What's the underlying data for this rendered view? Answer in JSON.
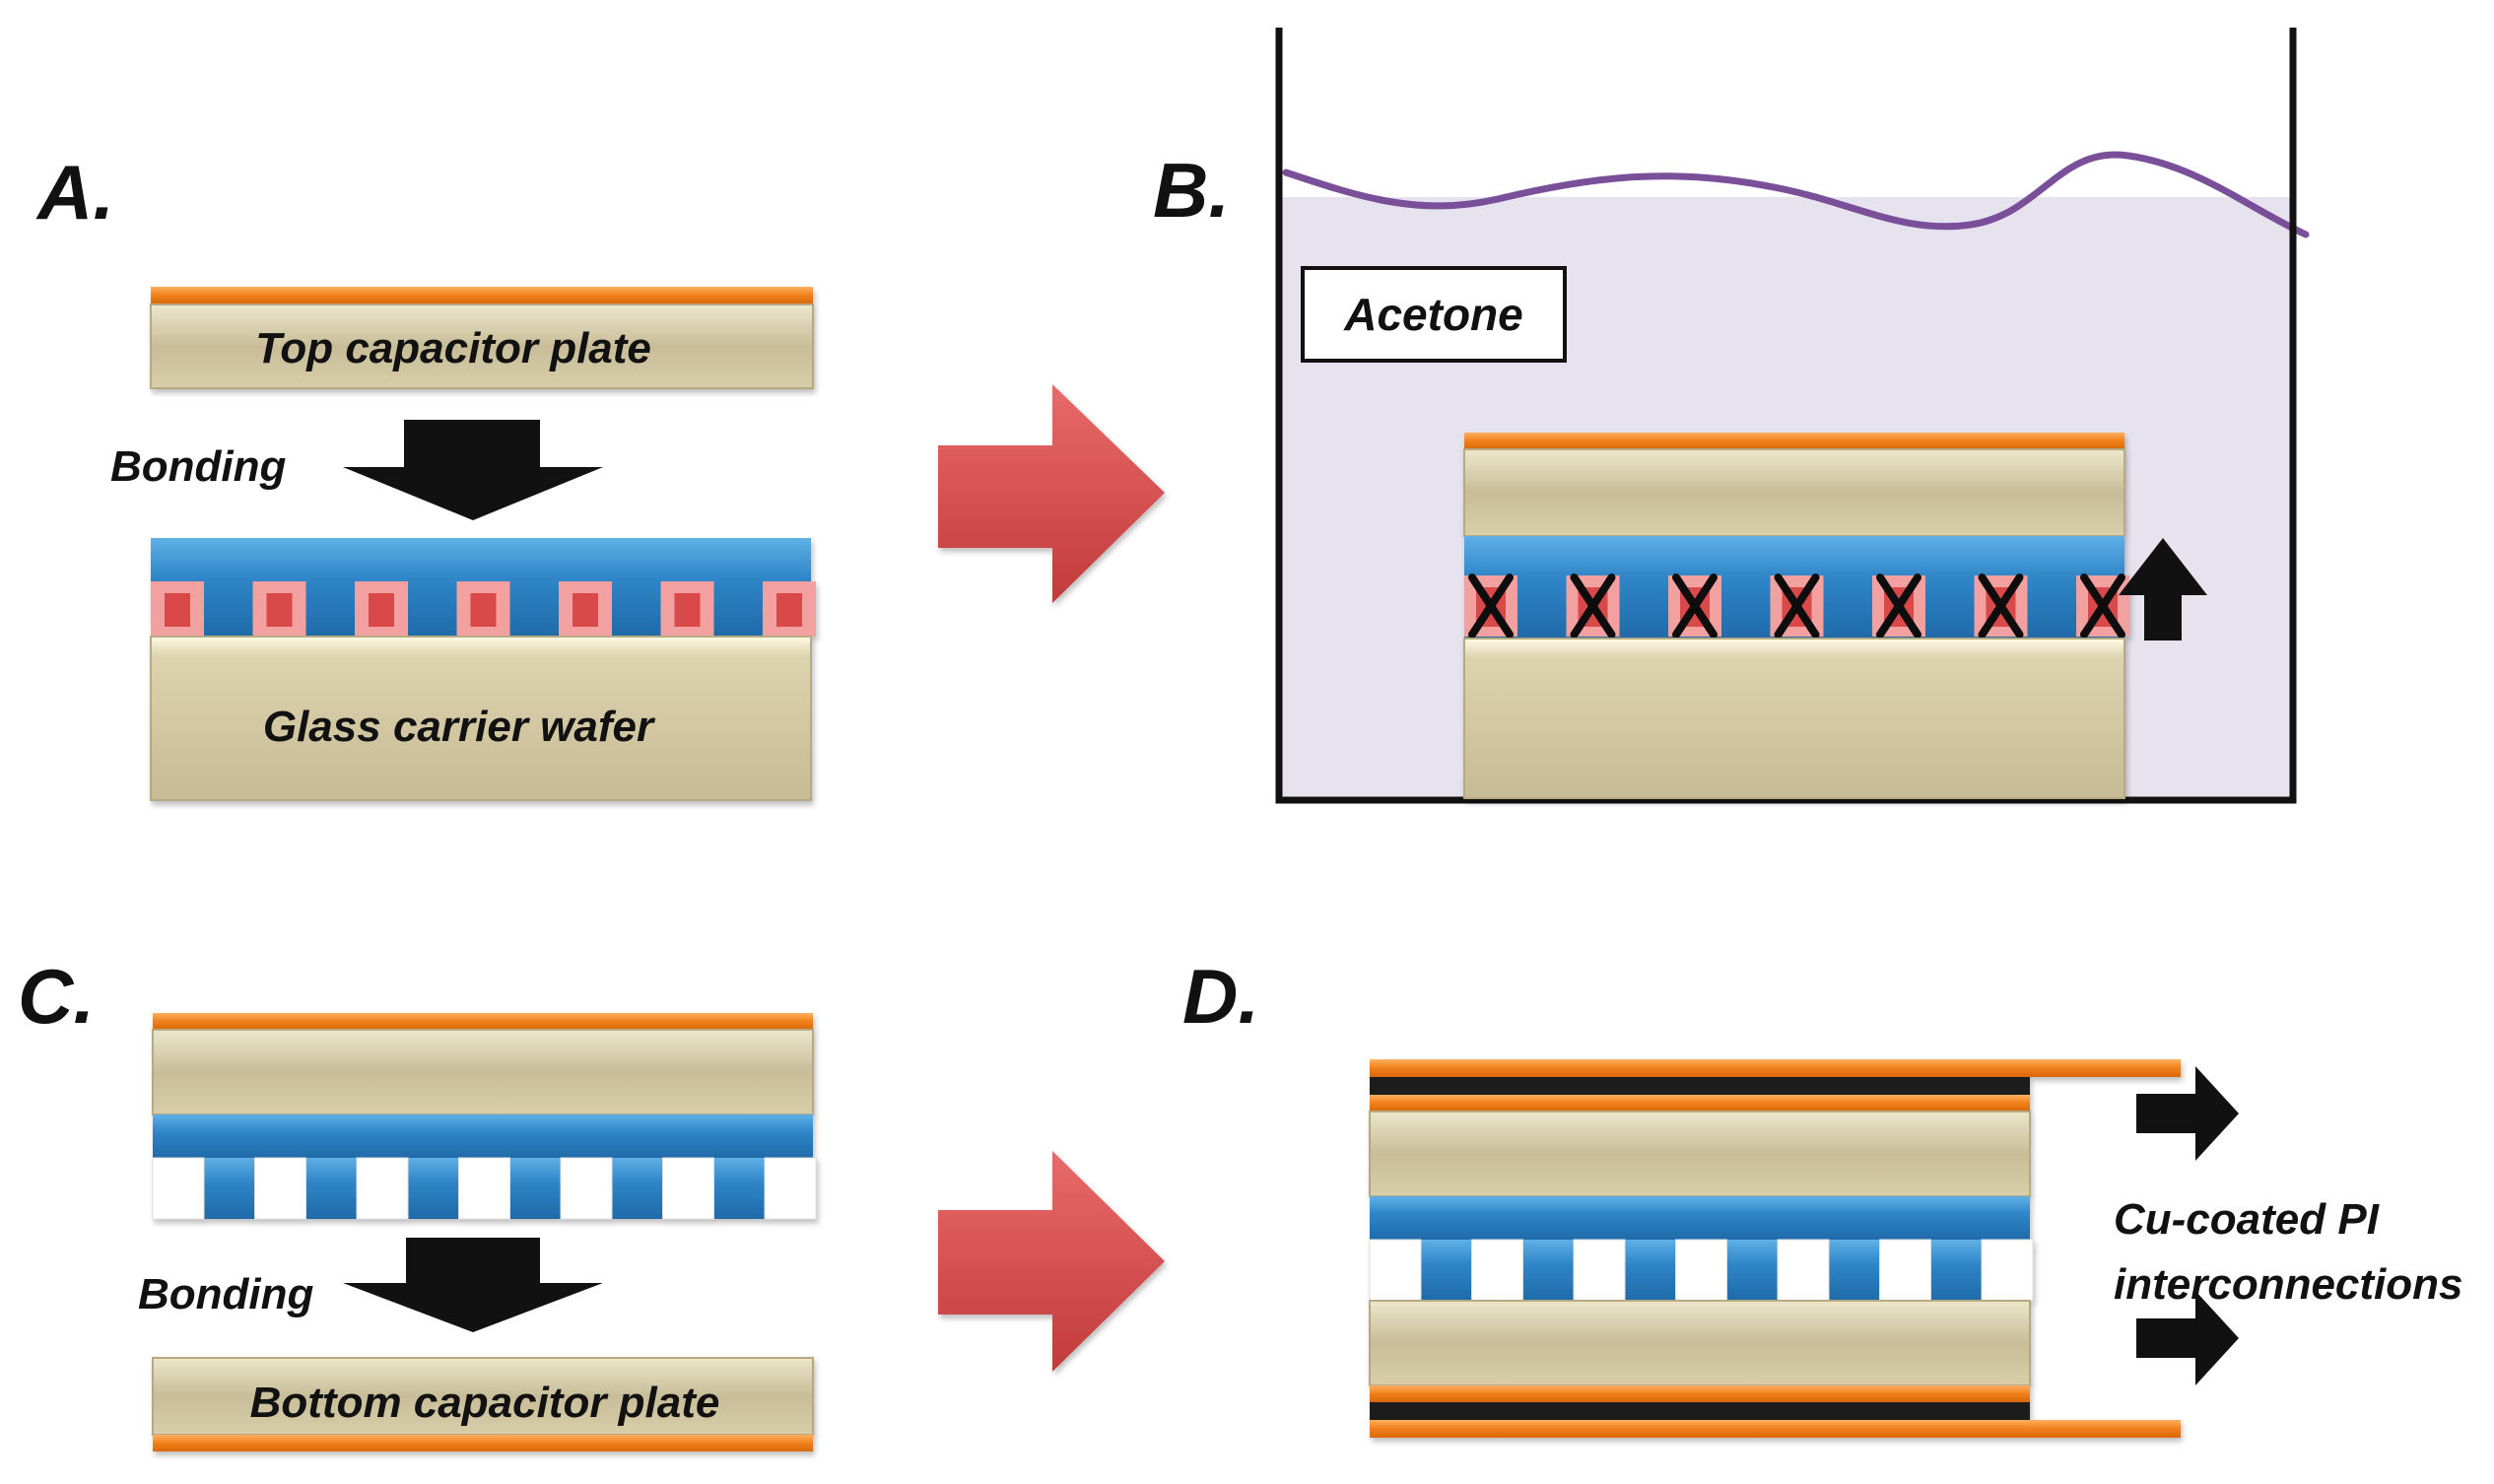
{
  "panels": {
    "a": {
      "letter": "A."
    },
    "b": {
      "letter": "B."
    },
    "c": {
      "letter": "C."
    },
    "d": {
      "letter": "D."
    }
  },
  "labels": {
    "top_plate": "Top capacitor plate",
    "bonding_a": "Bonding",
    "glass_wafer": "Glass carrier wafer",
    "acetone": "Acetone",
    "bonding_c": "Bonding",
    "bottom_plate": "Bottom capacitor plate",
    "interconnect_line1": "Cu-coated PI",
    "interconnect_line2": "interconnections"
  },
  "colors": {
    "plate": "#c8bd98",
    "copper": "#f0801a",
    "blue_layer": "#2f86c8",
    "sacrificial": "#e87070",
    "acetone": "#e6e3ee",
    "liquid_line": "#7a4f9a",
    "process_arrow": "#d84e4e",
    "black": "#111111"
  }
}
